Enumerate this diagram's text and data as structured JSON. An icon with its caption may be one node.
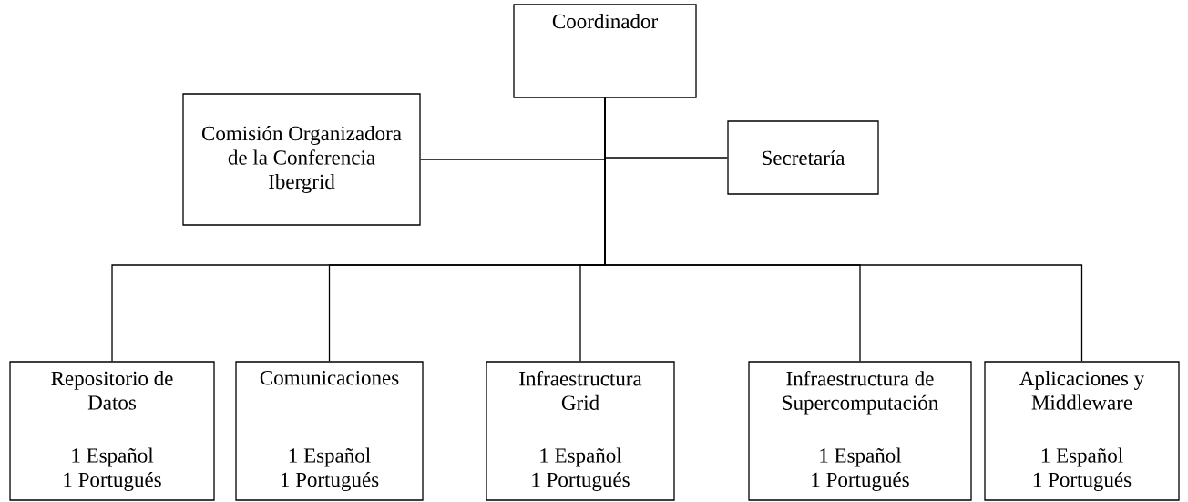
{
  "diagram": {
    "nodes": [
      {
        "text": [
          "Coordinador"
        ]
      },
      {
        "text": [
          "Comisión Organizadora de la Conferencia Ibergrid"
        ]
      },
      {
        "text": [
          "Secretaría"
        ]
      },
      {
        "text": [
          "Repositorio de Datos",
          "1 Español",
          "1 Portugués"
        ]
      },
      {
        "text": [
          "Comunicaciones",
          "1 Español",
          "1 Portugués"
        ]
      },
      {
        "text": [
          "Infraestructura Grid",
          "1 Español",
          "1 Portugués"
        ]
      },
      {
        "text": [
          "Infraestructura de Supercomputación",
          "1 Español",
          "1 Portugués"
        ]
      },
      {
        "text": [
          "Aplicaciones y Middleware",
          "1 Español",
          "1 Portugués"
        ]
      }
    ],
    "edges": [
      {
        "from": 0,
        "to": 1,
        "arrow": "none"
      },
      {
        "from": 0,
        "to": 2,
        "arrow": "none"
      },
      {
        "from": 0,
        "to": 3,
        "arrow": "none"
      },
      {
        "from": 0,
        "to": 4,
        "arrow": "none"
      },
      {
        "from": 0,
        "to": 5,
        "arrow": "none"
      },
      {
        "from": 0,
        "to": 6,
        "arrow": "none"
      },
      {
        "from": 0,
        "to": 7,
        "arrow": "none"
      }
    ]
  }
}
